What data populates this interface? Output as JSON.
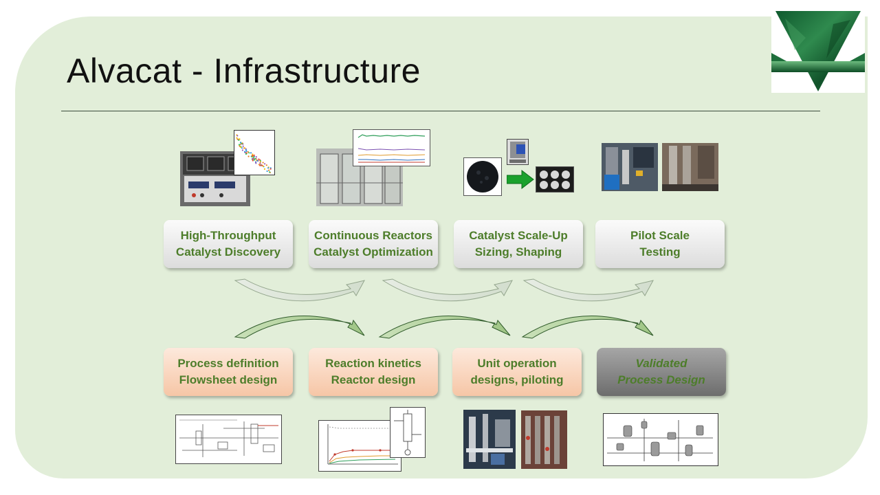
{
  "slide": {
    "title": "Alvacat - Infrastructure"
  },
  "top_row": [
    {
      "line1": "High-Throughput",
      "line2": "Catalyst Discovery"
    },
    {
      "line1": "Continuous Reactors",
      "line2": "Catalyst Optimization"
    },
    {
      "line1": "Catalyst Scale-Up",
      "line2": "Sizing, Shaping"
    },
    {
      "line1": "Pilot Scale",
      "line2": "Testing"
    }
  ],
  "bottom_row": [
    {
      "line1": "Process definition",
      "line2": "Flowsheet design"
    },
    {
      "line1": "Reaction kinetics",
      "line2": "Reactor design"
    },
    {
      "line1": "Unit operation",
      "line2": "designs, piloting"
    },
    {
      "line1": "Validated",
      "line2": "Process Design"
    }
  ],
  "colors": {
    "panel": "#e2eed9",
    "label_text": "#4d7d2a",
    "top_box": "#e9e9e9",
    "bottom_box": "#f8d3bb",
    "final_box": "#858585",
    "arrow_green": "#b5d3a1",
    "arrow_pale": "#dde7d8"
  },
  "icons": {
    "logo": "green-marble-triangle-logo"
  }
}
